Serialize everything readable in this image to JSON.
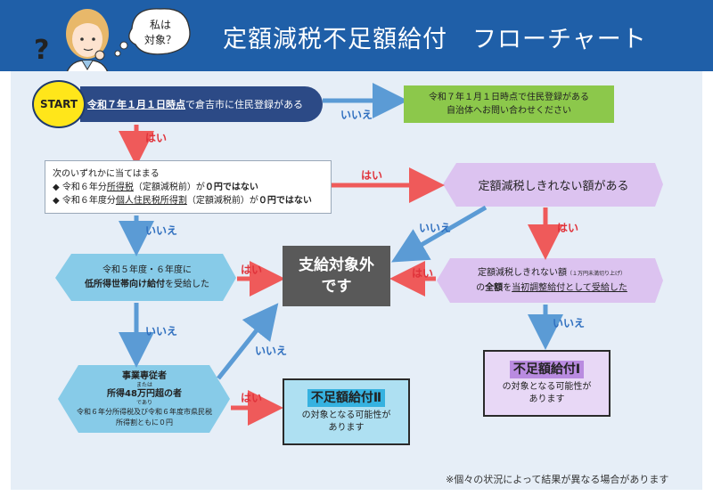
{
  "header": {
    "title": "定額減税不足額給付　フローチャート",
    "bubble_line1": "私は",
    "bubble_line2": "対象？"
  },
  "start": {
    "badge": "START",
    "text_bold": "令和７年１月１日時点",
    "text_rest": "で倉吉市に住民登録がある"
  },
  "contact_box": {
    "line1": "令和７年１月１日時点で住民登録がある",
    "line2": "自治体へお問い合わせください"
  },
  "condition_box": {
    "intro": "次のいずれかに当てはまる",
    "item1_prefix": "◆ 令和６年分",
    "item1_link": "所得税",
    "item1_mid": "（定額減税前）が",
    "item1_bold": "０円ではない",
    "item2_prefix": "◆ 令和６年度分",
    "item2_link": "個人住民税所得割",
    "item2_mid": "（定額減税前）が",
    "item2_bold": "０円ではない"
  },
  "remaining_box": {
    "text": "定額減税しきれない額がある"
  },
  "low_income_box": {
    "line1": "令和５年度・６年度に",
    "line2_bold": "低所得世帯向け給付",
    "line2_rest": "を受給した"
  },
  "not_eligible_box": {
    "line1": "支給対象外",
    "line2": "です"
  },
  "full_received_box": {
    "line1": "定額減税しきれない額",
    "line1_small": "（１万円未満切り上げ）",
    "line2_pre": "の",
    "line2_bold": "全額",
    "line2_mid": "を",
    "line2_link": "当初調整給付として受給した"
  },
  "business_box": {
    "line1": "事業専従者",
    "or": "または",
    "line2": "所得48万円超の者",
    "and": "であり",
    "line3": "令和６年分所得税及び令和６年度市県民税",
    "line4": "所得割ともに０円"
  },
  "result1": {
    "title": "不足額給付Ⅰ",
    "line1": "の対象となる可能性が",
    "line2": "あります"
  },
  "result2": {
    "title": "不足額給付Ⅱ",
    "line1": "の対象となる可能性が",
    "line2": "あります"
  },
  "labels": {
    "yes": "はい",
    "no": "いいえ"
  },
  "footnote": "※個々の状況によって結果が異なる場合があります",
  "colors": {
    "header": "#1f5fa8",
    "navy": "#2c4a86",
    "green": "#8cc84b",
    "purple": "#dcc3f0",
    "blue_hex": "#87cbe8",
    "gray": "#595959",
    "yes_arrow": "#ef5a5a",
    "no_arrow": "#5b9bd5"
  }
}
